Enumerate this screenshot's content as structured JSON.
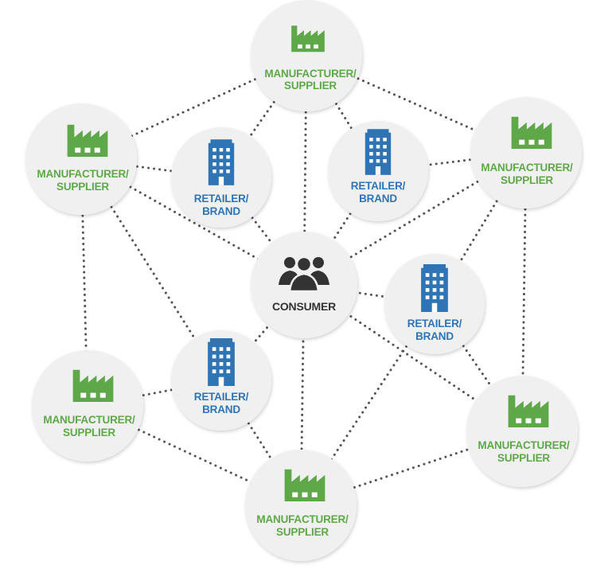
{
  "colors": {
    "manufacturer": "#5fa84a",
    "retailer": "#2f74b5",
    "consumer": "#333333",
    "circle": "#f0f0f0",
    "edge": "#555555"
  },
  "nodes": {
    "mfr_top": {
      "type": "manufacturer",
      "line1": "MANUFACTURER/",
      "line2": "SUPPLIER",
      "icon": "factory-icon"
    },
    "mfr_left_upper": {
      "type": "manufacturer",
      "line1": "MANUFACTURER/",
      "line2": "SUPPLIER",
      "icon": "factory-icon"
    },
    "mfr_right_upper": {
      "type": "manufacturer",
      "line1": "MANUFACTURER/",
      "line2": "SUPPLIER",
      "icon": "factory-icon"
    },
    "mfr_left_lower": {
      "type": "manufacturer",
      "line1": "MANUFACTURER/",
      "line2": "SUPPLIER",
      "icon": "factory-icon"
    },
    "mfr_right_lower": {
      "type": "manufacturer",
      "line1": "MANUFACTURER/",
      "line2": "SUPPLIER",
      "icon": "factory-icon"
    },
    "mfr_bottom": {
      "type": "manufacturer",
      "line1": "MANUFACTURER/",
      "line2": "SUPPLIER",
      "icon": "factory-icon"
    },
    "ret_upper_left": {
      "type": "retailer",
      "line1": "RETAILER/",
      "line2": "BRAND",
      "icon": "building-icon"
    },
    "ret_upper_right": {
      "type": "retailer",
      "line1": "RETAILER/",
      "line2": "BRAND",
      "icon": "building-icon"
    },
    "ret_right": {
      "type": "retailer",
      "line1": "RETAILER/",
      "line2": "BRAND",
      "icon": "building-icon"
    },
    "ret_lower_left": {
      "type": "retailer",
      "line1": "RETAILER/",
      "line2": "BRAND",
      "icon": "building-icon"
    },
    "consumer": {
      "type": "consumer",
      "line1": "CONSUMER",
      "line2": "",
      "icon": "people-icon"
    }
  },
  "edges": [
    [
      "mfr_top",
      "mfr_left_upper"
    ],
    [
      "mfr_top",
      "mfr_right_upper"
    ],
    [
      "mfr_top",
      "ret_upper_left"
    ],
    [
      "mfr_top",
      "ret_upper_right"
    ],
    [
      "mfr_top",
      "consumer"
    ],
    [
      "mfr_left_upper",
      "ret_upper_left"
    ],
    [
      "mfr_left_upper",
      "consumer"
    ],
    [
      "mfr_left_upper",
      "ret_lower_left"
    ],
    [
      "mfr_left_upper",
      "mfr_left_lower"
    ],
    [
      "mfr_right_upper",
      "ret_upper_right"
    ],
    [
      "mfr_right_upper",
      "consumer"
    ],
    [
      "mfr_right_upper",
      "ret_right"
    ],
    [
      "mfr_right_upper",
      "mfr_right_lower"
    ],
    [
      "ret_upper_left",
      "consumer"
    ],
    [
      "ret_upper_right",
      "consumer"
    ],
    [
      "consumer",
      "ret_right"
    ],
    [
      "consumer",
      "ret_lower_left"
    ],
    [
      "consumer",
      "mfr_bottom"
    ],
    [
      "consumer",
      "mfr_right_lower"
    ],
    [
      "ret_right",
      "mfr_right_lower"
    ],
    [
      "ret_right",
      "mfr_bottom"
    ],
    [
      "ret_lower_left",
      "mfr_left_lower"
    ],
    [
      "ret_lower_left",
      "mfr_bottom"
    ],
    [
      "mfr_left_lower",
      "mfr_bottom"
    ],
    [
      "mfr_bottom",
      "mfr_right_lower"
    ]
  ]
}
